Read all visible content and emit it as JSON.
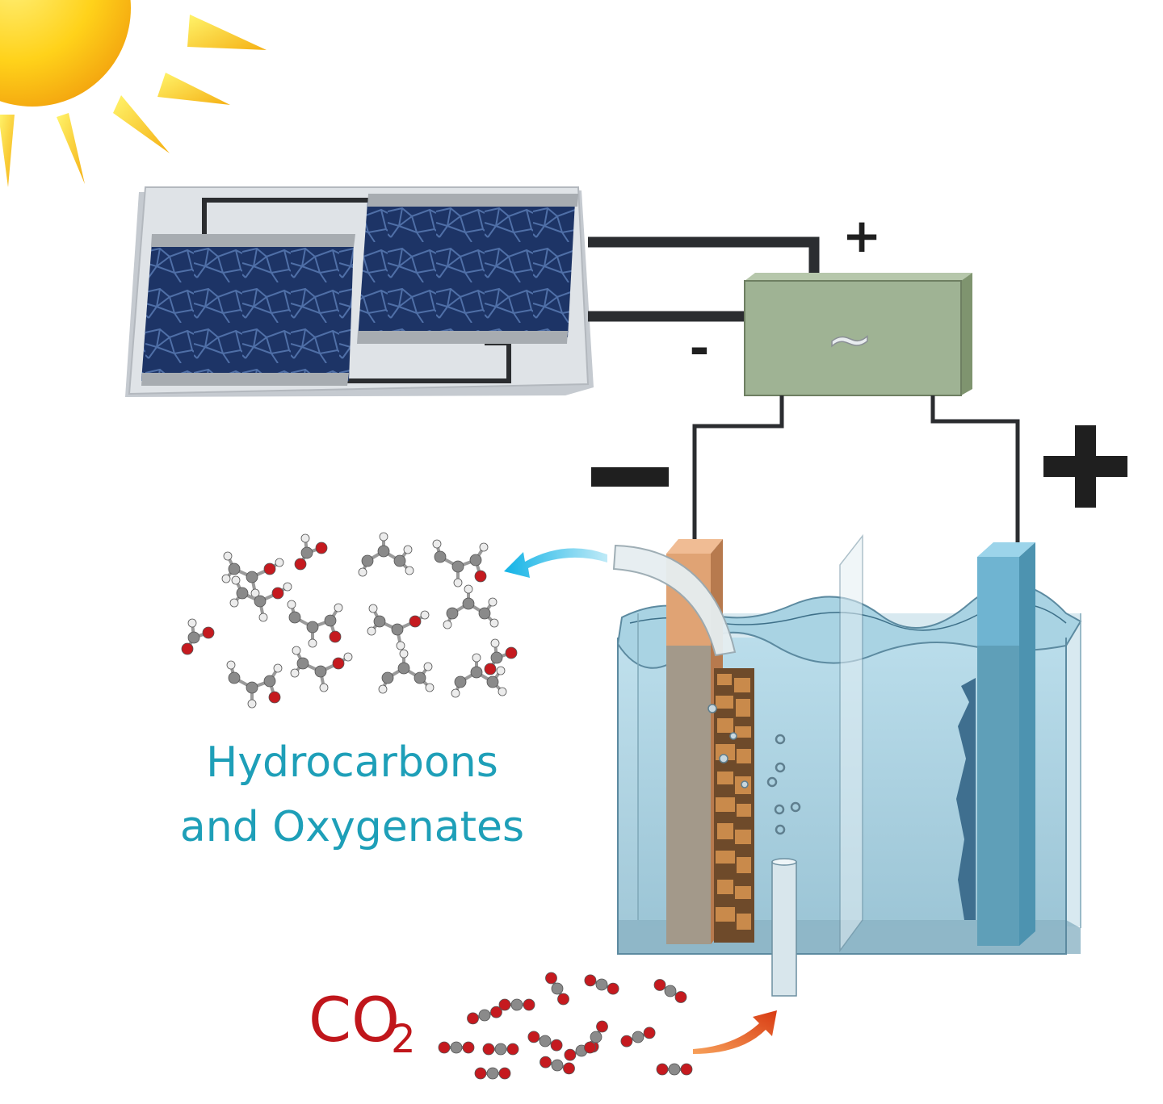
{
  "labels": {
    "products_line1": "Hydrocarbons",
    "products_line2": "and Oxygenates",
    "co2_main": "CO",
    "co2_sub": "2",
    "controller_symbol": "~",
    "plus_small": "+",
    "minus_small": "-"
  },
  "colors": {
    "sun": "#ffd21a",
    "sun_ray": "#ffe033",
    "panel_frame": "#d7dbe0",
    "solar_cell": "#1d3466",
    "cell_lines": "#4f6fa7",
    "bus_bar": "#9ea3a8",
    "wire": "#2b2d30",
    "controller": "#9fb394",
    "water": "#9fc9dc",
    "cathode": "#e0a374",
    "anode": "#6fb4d1",
    "products_text": "#1e9fb8",
    "co2_text": "#c0161b",
    "oxygen_atom": "#c51a1f",
    "carbon_atom": "#8a8a8a",
    "hydrogen_atom": "#ececec",
    "arrow_products": "#25b8e0",
    "arrow_co2": "#e5561c"
  }
}
